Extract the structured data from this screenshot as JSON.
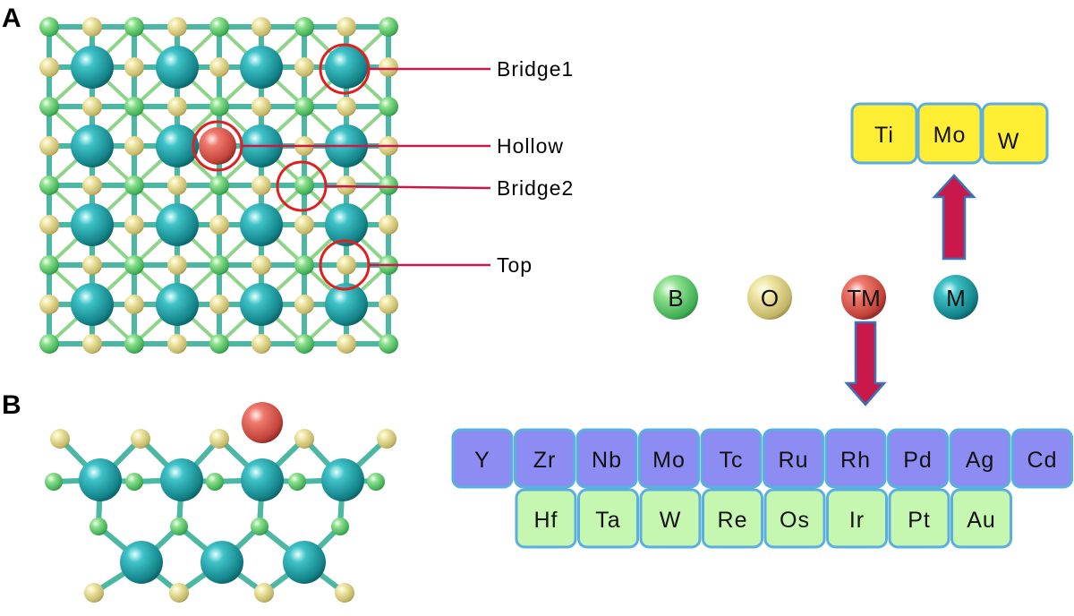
{
  "panels": {
    "a": "A",
    "b": "B"
  },
  "sites": [
    {
      "id": "bridge1",
      "label": "Bridge1"
    },
    {
      "id": "hollow",
      "label": "Hollow"
    },
    {
      "id": "bridge2",
      "label": "Bridge2"
    },
    {
      "id": "top",
      "label": "Top"
    }
  ],
  "legend": [
    {
      "id": "b",
      "label": "B",
      "color": "#4fc46a"
    },
    {
      "id": "o",
      "label": "O",
      "color": "#cdc27a"
    },
    {
      "id": "tm",
      "label": "TM",
      "color": "#d9534c"
    },
    {
      "id": "m",
      "label": "M",
      "color": "#1f8f96"
    }
  ],
  "m_elements": [
    "Ti",
    "Mo",
    "W"
  ],
  "tm_row1": [
    "Y",
    "Zr",
    "Nb",
    "Mo",
    "Tc",
    "Ru",
    "Rh",
    "Pd",
    "Ag",
    "Cd"
  ],
  "tm_row2": [
    "Hf",
    "Ta",
    "W",
    "Re",
    "Os",
    "Ir",
    "Pt",
    "Au"
  ],
  "colors": {
    "m_atom": "#1f9ea5",
    "b_atom": "#6fd37a",
    "o_atom": "#e3d98c",
    "tm_atom": "#d9534c",
    "site_circle": "#e02020",
    "leader_line": "#c8194a",
    "arrow_fill": "#c8194a",
    "arrow_stroke": "#3b73b9",
    "tile_border": "#5aaee0",
    "m_tile": "#ffee33",
    "tm_row1_tile": "#8c8cf2",
    "tm_row2_tile": "#c6f7b0"
  }
}
